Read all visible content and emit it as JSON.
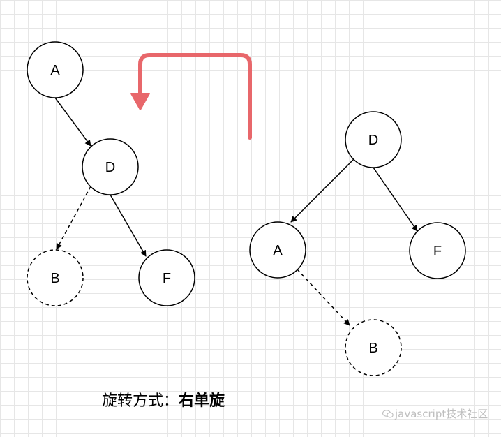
{
  "trees": {
    "before": {
      "nodes": [
        {
          "id": "A",
          "label": "A",
          "style": "solid"
        },
        {
          "id": "D",
          "label": "D",
          "style": "solid"
        },
        {
          "id": "B",
          "label": "B",
          "style": "dashed"
        },
        {
          "id": "F",
          "label": "F",
          "style": "solid"
        }
      ],
      "edges": [
        {
          "from": "A",
          "to": "D",
          "style": "solid"
        },
        {
          "from": "D",
          "to": "B",
          "style": "dashed"
        },
        {
          "from": "D",
          "to": "F",
          "style": "solid"
        }
      ]
    },
    "after": {
      "nodes": [
        {
          "id": "D",
          "label": "D",
          "style": "solid"
        },
        {
          "id": "A",
          "label": "A",
          "style": "solid"
        },
        {
          "id": "F",
          "label": "F",
          "style": "solid"
        },
        {
          "id": "B",
          "label": "B",
          "style": "dashed"
        }
      ],
      "edges": [
        {
          "from": "D",
          "to": "A",
          "style": "solid"
        },
        {
          "from": "D",
          "to": "F",
          "style": "solid"
        },
        {
          "from": "A",
          "to": "B",
          "style": "dashed"
        }
      ]
    }
  },
  "transition_arrow": {
    "color": "#e8676b"
  },
  "caption": {
    "label": "旋转方式：",
    "value": "右单旋"
  },
  "watermark": {
    "text": "javascript技术社区"
  },
  "colors": {
    "stroke": "#000000",
    "grid": "#e6e6e6",
    "accent": "#e8676b"
  }
}
